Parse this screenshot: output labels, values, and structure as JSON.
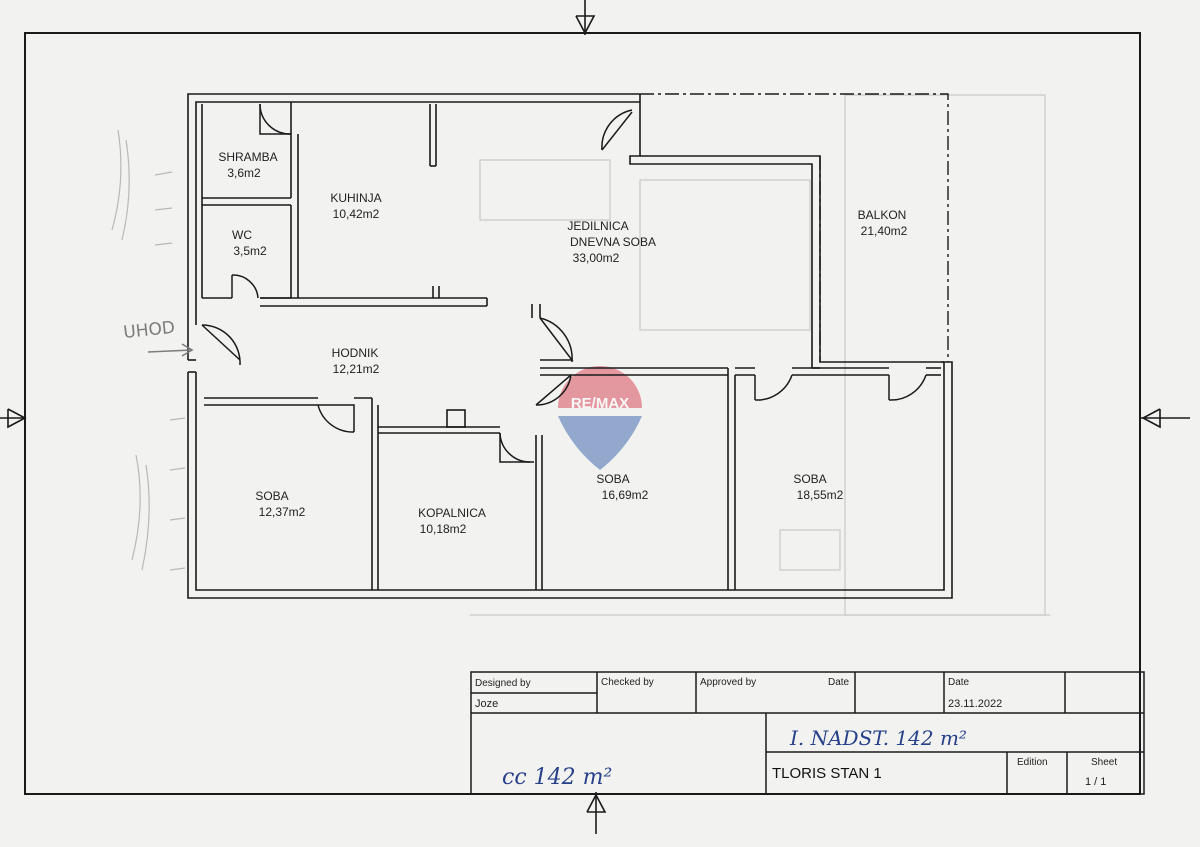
{
  "rooms": [
    {
      "id": "shramba",
      "name": "SHRAMBA",
      "area": "3,6m2"
    },
    {
      "id": "wc",
      "name": "WC",
      "area": "3,5m2"
    },
    {
      "id": "kuhinja",
      "name": "KUHINJA",
      "area": "10,42m2"
    },
    {
      "id": "jedilnica",
      "name": "JEDILNICA",
      "name2": "DNEVNA SOBA",
      "area": "33,00m2"
    },
    {
      "id": "balkon",
      "name": "BALKON",
      "area": "21,40m2"
    },
    {
      "id": "hodnik",
      "name": "HODNIK",
      "area": "12,21m2"
    },
    {
      "id": "soba1",
      "name": "SOBA",
      "area": "12,37m2"
    },
    {
      "id": "kopalnica",
      "name": "KOPALNICA",
      "area": "10,18m2"
    },
    {
      "id": "soba2",
      "name": "SOBA",
      "area": "16,69m2"
    },
    {
      "id": "soba3",
      "name": "SOBA",
      "area": "18,55m2"
    }
  ],
  "entrance_note": "UHOD",
  "watermark": {
    "text": "RE/MAX",
    "colors": {
      "red": "#d3283a",
      "blue": "#1f4fa1"
    }
  },
  "title_block": {
    "designed_by_label": "Designed by",
    "designed_by_value": "Joze",
    "checked_by_label": "Checked by",
    "approved_by_label": "Approved by",
    "date_label_1": "Date",
    "date_label_2": "Date",
    "date_value": "23.11.2022",
    "handwritten_floor": "I. NADST.  142 m²",
    "handwritten_area": "cc 142 m²",
    "title": "TLORIS STAN 1",
    "edition_label": "Edition",
    "sheet_label": "Sheet",
    "sheet_value": "1 / 1"
  },
  "colors": {
    "paper": "#f2f3f1",
    "ink": "#1a1a1a",
    "pen_blue": "#27418a",
    "pencil": "#8a8a8a"
  }
}
